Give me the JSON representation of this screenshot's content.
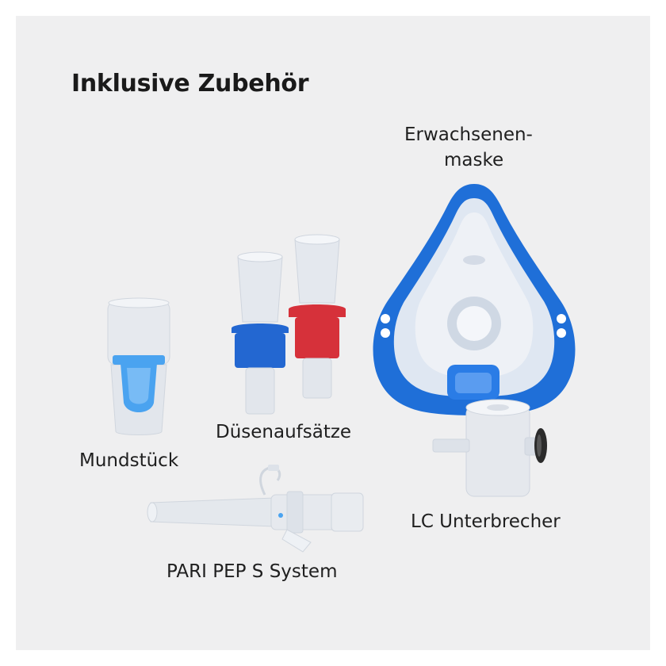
{
  "title": "Inklusive Zubehör",
  "colors": {
    "background": "#efeff0",
    "mask_blue": "#1f6fd8",
    "nozzle_blue": "#2367d1",
    "nozzle_red": "#d6313a",
    "mouthpiece_blue": "#4aa3f0",
    "text": "#1f1f1f"
  },
  "items": [
    {
      "label": "Erwachsenen-",
      "label2": "maske"
    },
    {
      "label": "Düsenaufsätze"
    },
    {
      "label": "Mundstück"
    },
    {
      "label": "LC Unterbrecher"
    },
    {
      "label": "PARI PEP S System"
    }
  ]
}
